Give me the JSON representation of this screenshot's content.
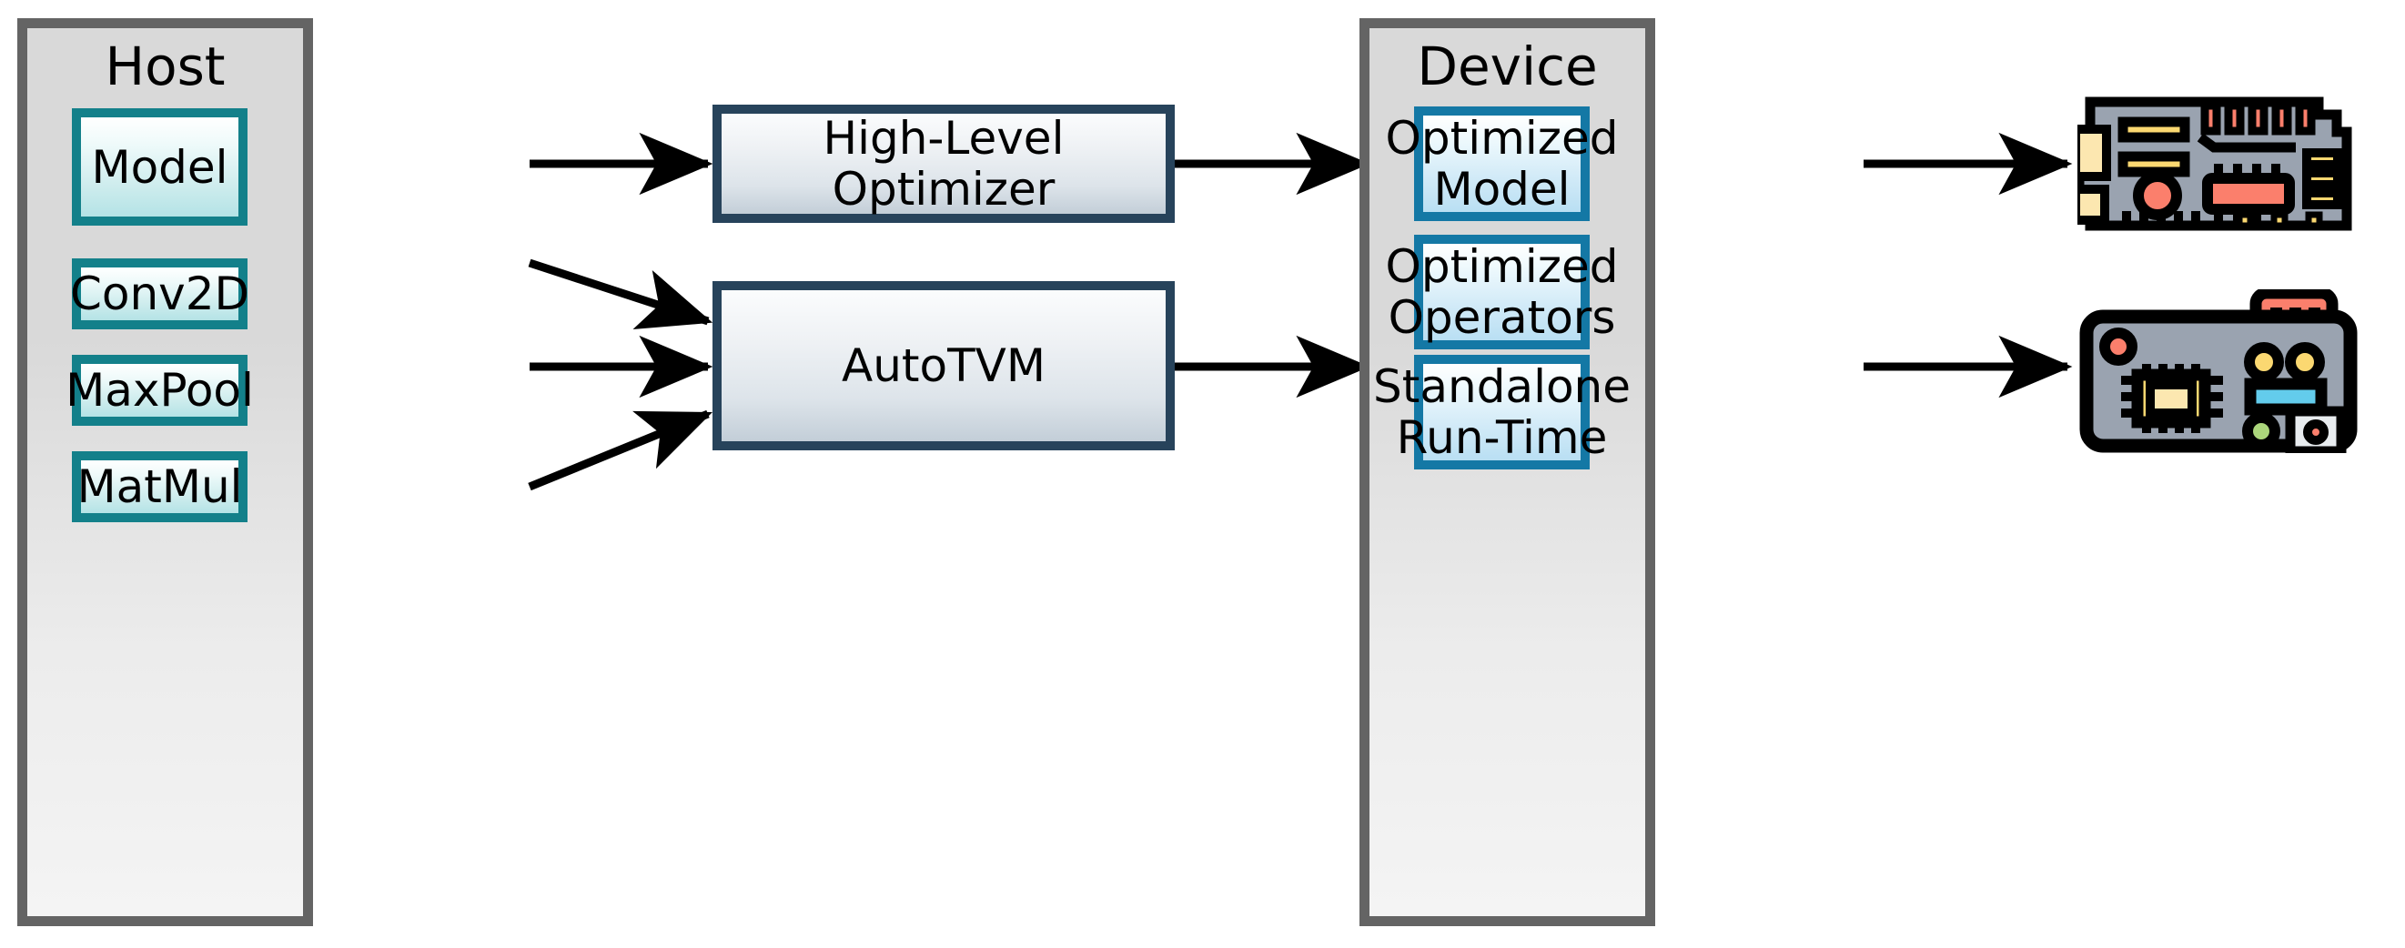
{
  "diagram": {
    "title": "TVM host-to-device compilation flow",
    "colors": {
      "panel_border": "#646464",
      "panel_fill": "#d9d9d9",
      "teal_border": "#13808a",
      "teal_fill": "#b4e3e6",
      "blue_border": "#1478a5",
      "blue_fill": "#b9dff3",
      "navy_border": "#27435b",
      "navy_fill": "#c3ced8",
      "arrow": "#000000",
      "board_body": "#9aa3b0",
      "board_outline": "#000000",
      "board_yellow": "#fbd871",
      "board_cream": "#fce7b0",
      "board_red": "#fb7f6c",
      "board_cyan": "#63ccec",
      "board_green": "#abd67b",
      "board_white": "#e8ecef"
    }
  },
  "host_panel": {
    "title": "Host",
    "nodes": [
      {
        "id": "model",
        "label": "Model"
      },
      {
        "id": "conv2d",
        "label": "Conv2D"
      },
      {
        "id": "maxpool",
        "label": "MaxPool"
      },
      {
        "id": "matmul",
        "label": "MatMul"
      }
    ]
  },
  "middle": {
    "nodes": [
      {
        "id": "high-level-optimizer",
        "line1": "High-Level",
        "line2": "Optimizer"
      },
      {
        "id": "autotvm",
        "line1": "AutoTVM",
        "line2": ""
      }
    ]
  },
  "device_panel": {
    "title": "Device",
    "nodes": [
      {
        "id": "optimized-model",
        "line1": "Optimized",
        "line2": "Model"
      },
      {
        "id": "optimized-operators",
        "line1": "Optimized",
        "line2": "Operators"
      },
      {
        "id": "standalone-runtime",
        "line1": "Standalone",
        "line2": "Run-Time"
      }
    ]
  },
  "hardware": {
    "items": [
      {
        "id": "dev-board-top",
        "name": "microcontroller-board-icon"
      },
      {
        "id": "dev-board-bottom",
        "name": "embedded-soc-board-icon"
      }
    ]
  },
  "edges": [
    {
      "id": "model-to-hlo",
      "from": "model",
      "to": "high-level-optimizer"
    },
    {
      "id": "conv2d-to-autotvm",
      "from": "conv2d",
      "to": "autotvm"
    },
    {
      "id": "maxpool-to-autotvm",
      "from": "maxpool",
      "to": "autotvm"
    },
    {
      "id": "matmul-to-autotvm",
      "from": "matmul",
      "to": "autotvm"
    },
    {
      "id": "hlo-to-optimized-model",
      "from": "high-level-optimizer",
      "to": "optimized-model"
    },
    {
      "id": "autotvm-to-device",
      "from": "autotvm",
      "to": "standalone-runtime"
    },
    {
      "id": "optimized-model-to-board-top",
      "from": "optimized-model",
      "to": "dev-board-top"
    },
    {
      "id": "runtime-to-board-bottom",
      "from": "standalone-runtime",
      "to": "dev-board-bottom"
    }
  ]
}
